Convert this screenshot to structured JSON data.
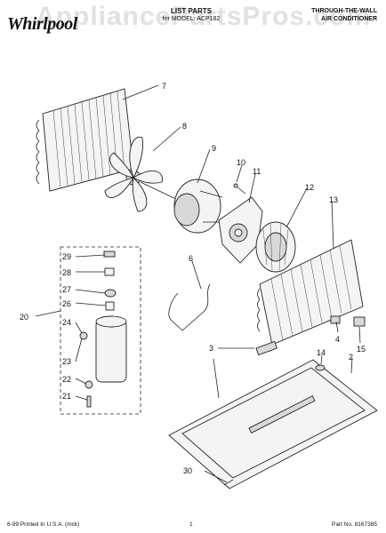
{
  "header": {
    "brand": "Whirlpool",
    "title_line1": "LIST PARTS",
    "title_line2": "for MODEL: ACP182",
    "product_line1": "THROUGH-THE-WALL",
    "product_line2": "AIR CONDITIONER",
    "watermark": "AppliancePartsPros.com"
  },
  "callouts": {
    "c2": "2",
    "c3": "3",
    "c4": "4",
    "c6": "6",
    "c7": "7",
    "c8": "8",
    "c9": "9",
    "c10": "10",
    "c11": "11",
    "c12": "12",
    "c13": "13",
    "c14": "14",
    "c15": "15",
    "c20": "20",
    "c21": "21",
    "c22": "22",
    "c23": "23",
    "c24": "24",
    "c26": "26",
    "c27": "27",
    "c28": "28",
    "c29": "29",
    "c30": "30"
  },
  "footer": {
    "printed": "6-99 Printed In U.S.A. (mck)",
    "page": "1",
    "part_no": "Part No. 8167385"
  }
}
